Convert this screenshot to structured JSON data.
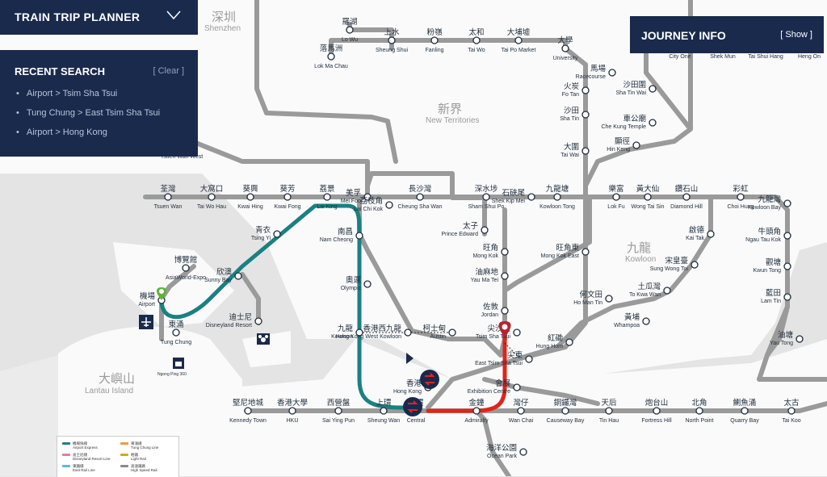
{
  "planner": {
    "title": "TRAIN TRIP PLANNER"
  },
  "recent": {
    "title": "RECENT SEARCH",
    "clear": "[ Clear ]",
    "items": [
      "Airport > Tsim Sha Tsui",
      "Tung Chung > East Tsim Sha Tsui",
      "Airport > Hong Kong"
    ]
  },
  "journey": {
    "title": "JOURNEY INFO",
    "show": "[ Show ]"
  },
  "regions": {
    "shenzhen": {
      "zh": "深圳",
      "en": "Shenzhen"
    },
    "nt": {
      "zh": "新界",
      "en": "New Territories"
    },
    "kowloon": {
      "zh": "九龍",
      "en": "Kowloon"
    },
    "lantau": {
      "zh": "大嶼山",
      "en": "Lantau Island"
    }
  },
  "colors": {
    "airport_express": "#1a8083",
    "tsuen_wan": "#e2231a",
    "journey_marker": "#1a2a4c",
    "panel": "#1a2a4c",
    "rail": "#9a9a9a",
    "pin_red": "#b52331",
    "pin_green": "#5cb531"
  },
  "stations": {
    "lo_wu": {
      "zh": "羅湖",
      "en": "Lo Wu"
    },
    "sheung_shui": {
      "zh": "上水",
      "en": "Sheung Shui"
    },
    "lok_ma_chau": {
      "zh": "落馬洲",
      "en": "Lok Ma Chau"
    },
    "fanling": {
      "zh": "粉嶺",
      "en": "Fanling"
    },
    "tai_wo": {
      "zh": "太和",
      "en": "Tai Wo"
    },
    "tai_po_market": {
      "zh": "大埔墟",
      "en": "Tai Po Market"
    },
    "university": {
      "zh": "大學",
      "en": "University"
    },
    "racecourse": {
      "zh": "馬場",
      "en": "Racecourse"
    },
    "fo_tan": {
      "zh": "火炭",
      "en": "Fo Tan"
    },
    "sha_tin": {
      "zh": "沙田",
      "en": "Sha Tin"
    },
    "tai_wai": {
      "zh": "大圍",
      "en": "Tai Wai"
    },
    "sha_tin_wai": {
      "zh": "沙田圍",
      "en": "Sha Tin Wai"
    },
    "che_kung_temple": {
      "zh": "車公廟",
      "en": "Che Kung Temple"
    },
    "hin_keng": {
      "zh": "顯徑",
      "en": "Hin Keng"
    },
    "tsuen_wan": {
      "zh": "荃灣",
      "en": "Tsuen Wan"
    },
    "tai_wo_hau": {
      "zh": "大窩口",
      "en": "Tai Wo Hau"
    },
    "kwai_hing": {
      "zh": "葵興",
      "en": "Kwai Hing"
    },
    "kwai_fong": {
      "zh": "葵芳",
      "en": "Kwai Fong"
    },
    "lai_king": {
      "zh": "荔景",
      "en": "Lai King"
    },
    "mei_foo": {
      "zh": "美孚",
      "en": "Mei Foo"
    },
    "cheung_sha_wan": {
      "zh": "長沙灣",
      "en": "Cheung Sha Wan"
    },
    "sham_shui_po": {
      "zh": "深水埗",
      "en": "Sham Shui Po"
    },
    "kowloon_tong": {
      "zh": "九龍塘",
      "en": "Kowloon Tong"
    },
    "lok_fu": {
      "zh": "樂富",
      "en": "Lok Fu"
    },
    "wong_tai_sin": {
      "zh": "黃大仙",
      "en": "Wong Tai Sin"
    },
    "diamond_hill": {
      "zh": "鑽石山",
      "en": "Diamond Hill"
    },
    "choi_hung": {
      "zh": "彩虹",
      "en": "Choi Hung"
    },
    "kowloon_bay": {
      "zh": "九龍灣",
      "en": "Kowloon Bay"
    },
    "ngau_tau_kok": {
      "zh": "牛頭角",
      "en": "Ngau Tau Kok"
    },
    "kwun_tong": {
      "zh": "觀塘",
      "en": "Kwun Tong"
    },
    "lam_tin": {
      "zh": "藍田",
      "en": "Lam Tin"
    },
    "yau_tong": {
      "zh": "油塘",
      "en": "Yau Tong"
    },
    "kai_tak": {
      "zh": "啟德",
      "en": "Kai Tak"
    },
    "sung_wong_toi": {
      "zh": "宋皇臺",
      "en": "Sung Wong Toi"
    },
    "to_kwa_wan": {
      "zh": "土瓜灣",
      "en": "To Kwa Wan"
    },
    "ho_man_tin": {
      "zh": "何文田",
      "en": "Ho Man Tin"
    },
    "whampoa": {
      "zh": "黃埔",
      "en": "Whampoa"
    },
    "lai_chi_kok": {
      "zh": "荔枝角",
      "en": "Lai Chi Kok"
    },
    "shek_kip_mei": {
      "zh": "石硤尾",
      "en": "Shek Kip Mei"
    },
    "prince_edward": {
      "zh": "太子",
      "en": "Prince Edward"
    },
    "mong_kok": {
      "zh": "旺角",
      "en": "Mong Kok"
    },
    "mong_kok_east": {
      "zh": "旺角東",
      "en": "Mong Kok East"
    },
    "yau_ma_tei": {
      "zh": "油麻地",
      "en": "Yau Ma Tei"
    },
    "jordan": {
      "zh": "佐敦",
      "en": "Jordan"
    },
    "tsim_sha_tsui": {
      "zh": "尖沙咀",
      "en": "Tsim Sha Tsui"
    },
    "east_tsim_sha_tsui": {
      "zh": "尖東",
      "en": "East Tsim Sha Tsui"
    },
    "hung_hom": {
      "zh": "紅磡",
      "en": "Hung Hom"
    },
    "austin": {
      "zh": "柯士甸",
      "en": "Austin"
    },
    "nam_cheong": {
      "zh": "南昌",
      "en": "Nam Cheong"
    },
    "olympic": {
      "zh": "奧運",
      "en": "Olympic"
    },
    "kowloon": {
      "zh": "九龍",
      "en": "Kowloon"
    },
    "hk_west_kowloon": {
      "zh": "香港西九龍",
      "en": "Hong Kong West Kowloon"
    },
    "tsing_yi": {
      "zh": "青衣",
      "en": "Tsing Yi"
    },
    "asiaworld_expo": {
      "zh": "博覽館",
      "en": "AsiaWorld-Expo"
    },
    "airport": {
      "zh": "機場",
      "en": "Airport"
    },
    "sunny_bay": {
      "zh": "欣澳",
      "en": "Sunny Bay"
    },
    "disneyland_resort": {
      "zh": "迪士尼",
      "en": "Disneyland Resort"
    },
    "tung_chung": {
      "zh": "東涌",
      "en": "Tung Chung"
    },
    "ngong_ping": {
      "zh": "昂坪360",
      "en": "Ngong Ping 360"
    },
    "hong_kong": {
      "zh": "香港",
      "en": "Hong Kong"
    },
    "central": {
      "zh": "中環",
      "en": "Central"
    },
    "admiralty": {
      "zh": "金鐘",
      "en": "Admiralty"
    },
    "exhibition_centre": {
      "zh": "會展",
      "en": "Exhibition Centre"
    },
    "kennedy_town": {
      "zh": "堅尼地城",
      "en": "Kennedy Town"
    },
    "hku": {
      "zh": "香港大學",
      "en": "HKU"
    },
    "sai_ying_pun": {
      "zh": "西營盤",
      "en": "Sai Ying Pun"
    },
    "sheung_wan": {
      "zh": "上環",
      "en": "Sheung Wan"
    },
    "wan_chai": {
      "zh": "灣仔",
      "en": "Wan Chai"
    },
    "causeway_bay": {
      "zh": "銅鑼灣",
      "en": "Causeway Bay"
    },
    "tin_hau": {
      "zh": "天后",
      "en": "Tin Hau"
    },
    "fortress_hill": {
      "zh": "炮台山",
      "en": "Fortress Hill"
    },
    "north_point": {
      "zh": "北角",
      "en": "North Point"
    },
    "quarry_bay": {
      "zh": "鰂魚涌",
      "en": "Quarry Bay"
    },
    "tai_koo": {
      "zh": "太古",
      "en": "Tai Koo"
    },
    "ocean_park": {
      "zh": "海洋公園",
      "en": "Ocean Park"
    },
    "city_one": {
      "en": "City One"
    },
    "shek_mun": {
      "en": "Shek Mun"
    },
    "tai_shui_hang": {
      "en": "Tai Shui Hang"
    },
    "heng_on": {
      "en": "Heng On"
    },
    "tsuen_wan_west": {
      "en": "Tsuen Wan West"
    }
  },
  "legend": [
    {
      "zh": "機場快綫",
      "en": "Airport Express",
      "color": "#1a8083"
    },
    {
      "zh": "東涌綫",
      "en": "Tung Chung Line",
      "color": "#f39a3c"
    },
    {
      "zh": "迪士尼綫",
      "en": "Disneyland Resort Line",
      "color": "#e778a8"
    },
    {
      "zh": "輕鐵",
      "en": "Light Rail",
      "color": "#d3a809"
    },
    {
      "zh": "東鐵綫",
      "en": "East Rail Line",
      "color": "#5eb6e4"
    },
    {
      "zh": "高速鐵路",
      "en": "High Speed Rail",
      "color": "#8a8a8a"
    }
  ]
}
